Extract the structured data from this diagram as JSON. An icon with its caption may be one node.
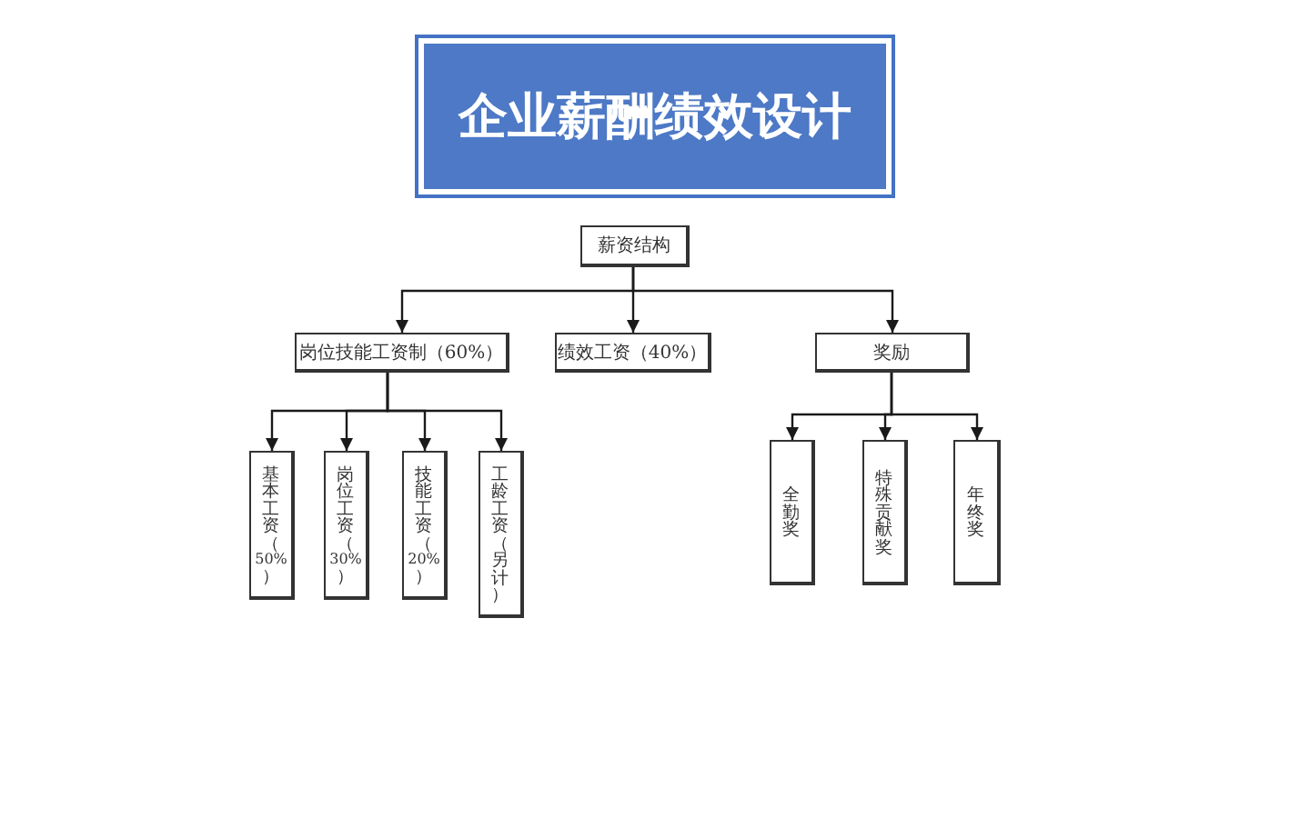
{
  "diagram": {
    "title": "企业薪酬绩效设计",
    "nodes": [
      {
        "text": [
          "薪资结构"
        ]
      },
      {
        "text": [
          "岗位技能工资制（60%）"
        ]
      },
      {
        "text": [
          "绩效工资（40%）"
        ]
      },
      {
        "text": [
          "奖励"
        ]
      },
      {
        "text": [
          "基本工资（50%）"
        ]
      },
      {
        "text": [
          "岗位工资（30%）"
        ]
      },
      {
        "text": [
          "技能工资（20%）"
        ]
      },
      {
        "text": [
          "工龄工资（另计）"
        ]
      },
      {
        "text": [
          "全勤奖"
        ]
      },
      {
        "text": [
          "特殊贡献奖"
        ]
      },
      {
        "text": [
          "年终奖"
        ]
      }
    ],
    "edges": [
      {
        "from": 0,
        "to": 1,
        "arrow": "to"
      },
      {
        "from": 0,
        "to": 2,
        "arrow": "to"
      },
      {
        "from": 0,
        "to": 3,
        "arrow": "to"
      },
      {
        "from": 1,
        "to": 4,
        "arrow": "to"
      },
      {
        "from": 1,
        "to": 5,
        "arrow": "to"
      },
      {
        "from": 1,
        "to": 6,
        "arrow": "to"
      },
      {
        "from": 1,
        "to": 7,
        "arrow": "to"
      },
      {
        "from": 3,
        "to": 8,
        "arrow": "to"
      },
      {
        "from": 3,
        "to": 9,
        "arrow": "to"
      },
      {
        "from": 3,
        "to": 10,
        "arrow": "to"
      }
    ]
  }
}
